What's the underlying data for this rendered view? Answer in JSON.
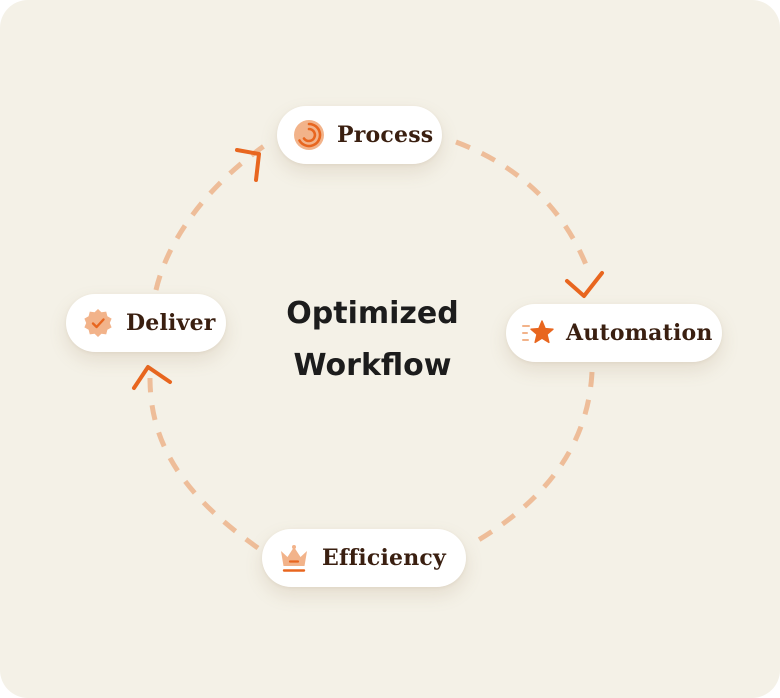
{
  "title": {
    "line1": "Optimized",
    "line2": "Workflow"
  },
  "nodes": [
    {
      "key": "process",
      "label": "Process",
      "icon": "spinner-icon"
    },
    {
      "key": "automation",
      "label": "Automation",
      "icon": "star-icon"
    },
    {
      "key": "efficiency",
      "label": "Efficiency",
      "icon": "crown-icon"
    },
    {
      "key": "deliver",
      "label": "Deliver",
      "icon": "verified-badge-icon"
    }
  ],
  "colors": {
    "background": "#f4f1e7",
    "dash": "#eebd99",
    "arrow": "#e8661f",
    "text": "#3a1f10",
    "title": "#1c1c1c"
  }
}
